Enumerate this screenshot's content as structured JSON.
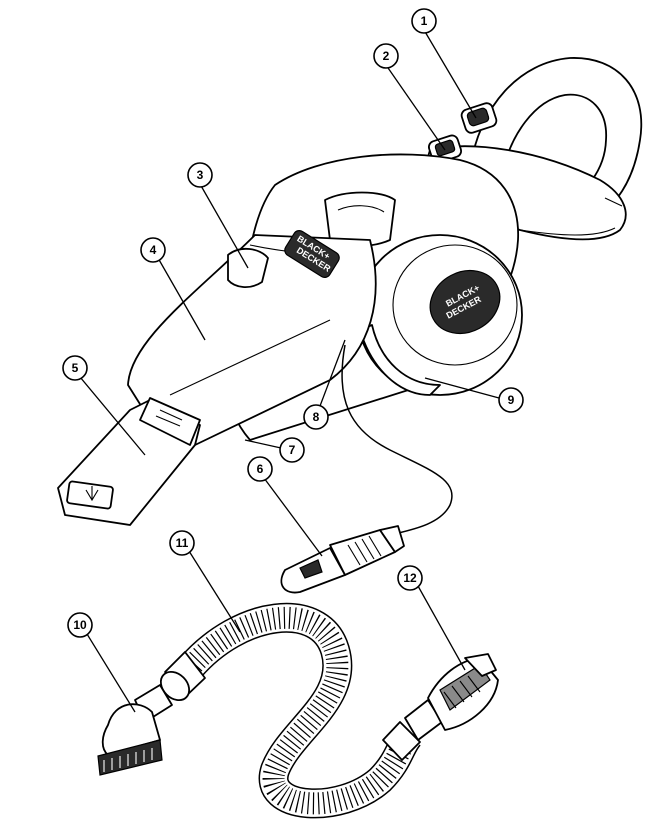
{
  "brand": {
    "logo_line1": "BLACK+",
    "logo_line2": "DECKER"
  },
  "callouts": [
    "1",
    "2",
    "3",
    "4",
    "5",
    "6",
    "7",
    "8",
    "9",
    "10",
    "11",
    "12"
  ]
}
